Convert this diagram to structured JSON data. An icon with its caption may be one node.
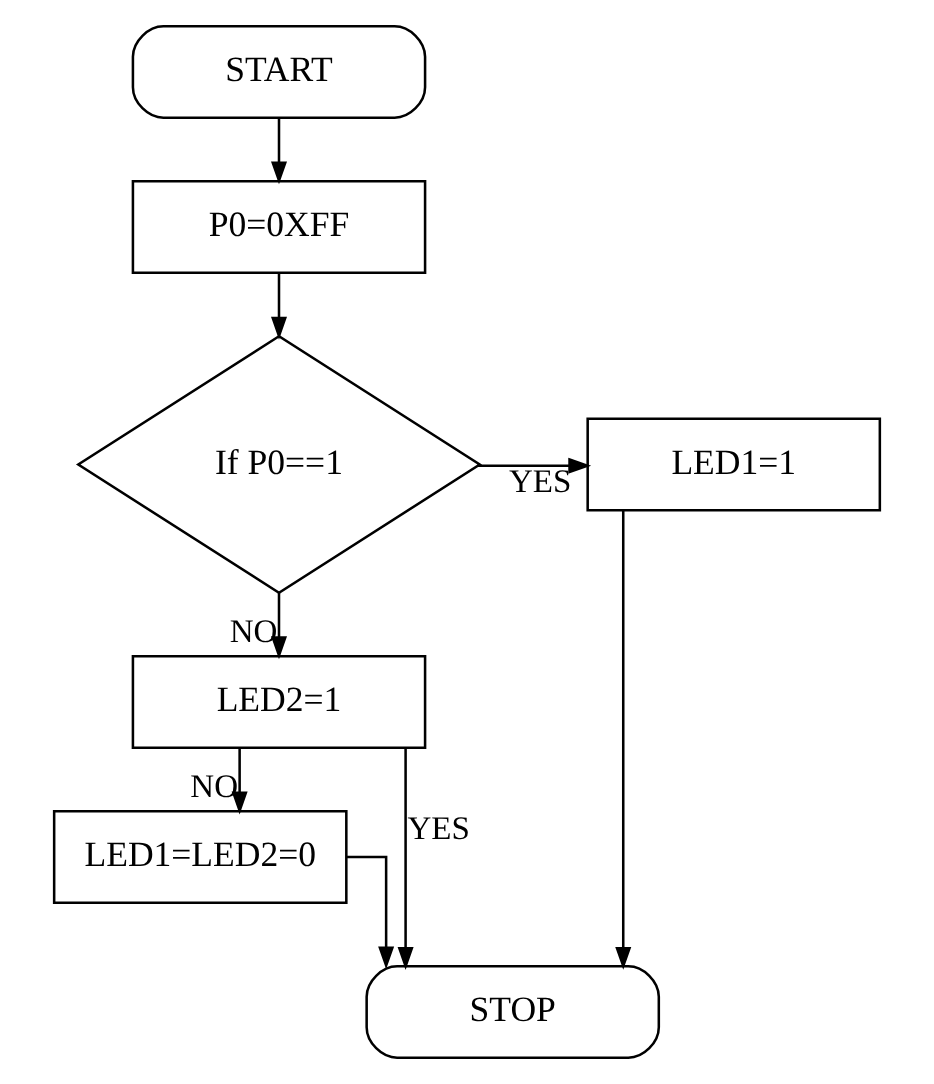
{
  "diagram": {
    "nodes": [
      {
        "text": [
          "START"
        ]
      },
      {
        "text": [
          "P0=0XFF"
        ]
      },
      {
        "text": [
          "If P0==1"
        ]
      },
      {
        "text": [
          "LED1=1"
        ]
      },
      {
        "text": [
          "LED2=1"
        ]
      },
      {
        "text": [
          "LED1=LED2=0"
        ]
      },
      {
        "text": [
          "STOP"
        ]
      }
    ],
    "edges": [
      {
        "from": 0,
        "to": 1,
        "arrow": "to"
      },
      {
        "from": 1,
        "to": 2,
        "arrow": "to"
      },
      {
        "from": 2,
        "to": 3,
        "label": "YES",
        "arrow": "to"
      },
      {
        "from": 2,
        "to": 4,
        "label": "NO",
        "arrow": "to"
      },
      {
        "from": 4,
        "to": 6,
        "label": "YES",
        "arrow": "to"
      },
      {
        "from": 4,
        "to": 5,
        "label": "NO",
        "arrow": "to"
      },
      {
        "from": 3,
        "to": 6,
        "arrow": "to"
      },
      {
        "from": 5,
        "to": 6,
        "arrow": "to"
      }
    ]
  }
}
